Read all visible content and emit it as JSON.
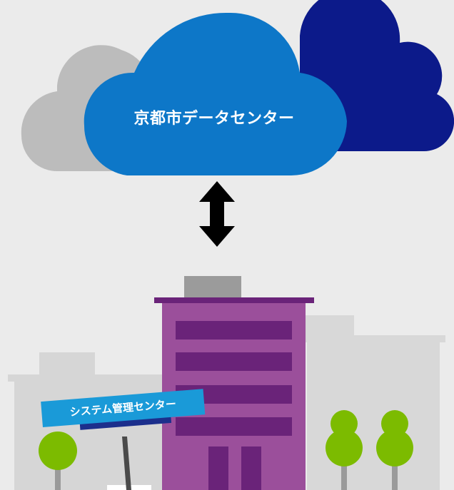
{
  "cloud": {
    "label": "京都市データセンター",
    "colors": {
      "front": "#0d77c8",
      "back_left": "#bcbcbc",
      "back_right": "#0c1a8a"
    }
  },
  "connector": {
    "icon": "double-arrow-vertical",
    "color": "#000000"
  },
  "building": {
    "sign_label": "システム管理センター",
    "colors": {
      "main": "#9b4f9b",
      "accent": "#6a2379",
      "roof_box": "#9b9b9b",
      "background_buildings": "#d7d7d7",
      "sign": "#1a9ad8",
      "trees": "#7cbb00"
    }
  }
}
